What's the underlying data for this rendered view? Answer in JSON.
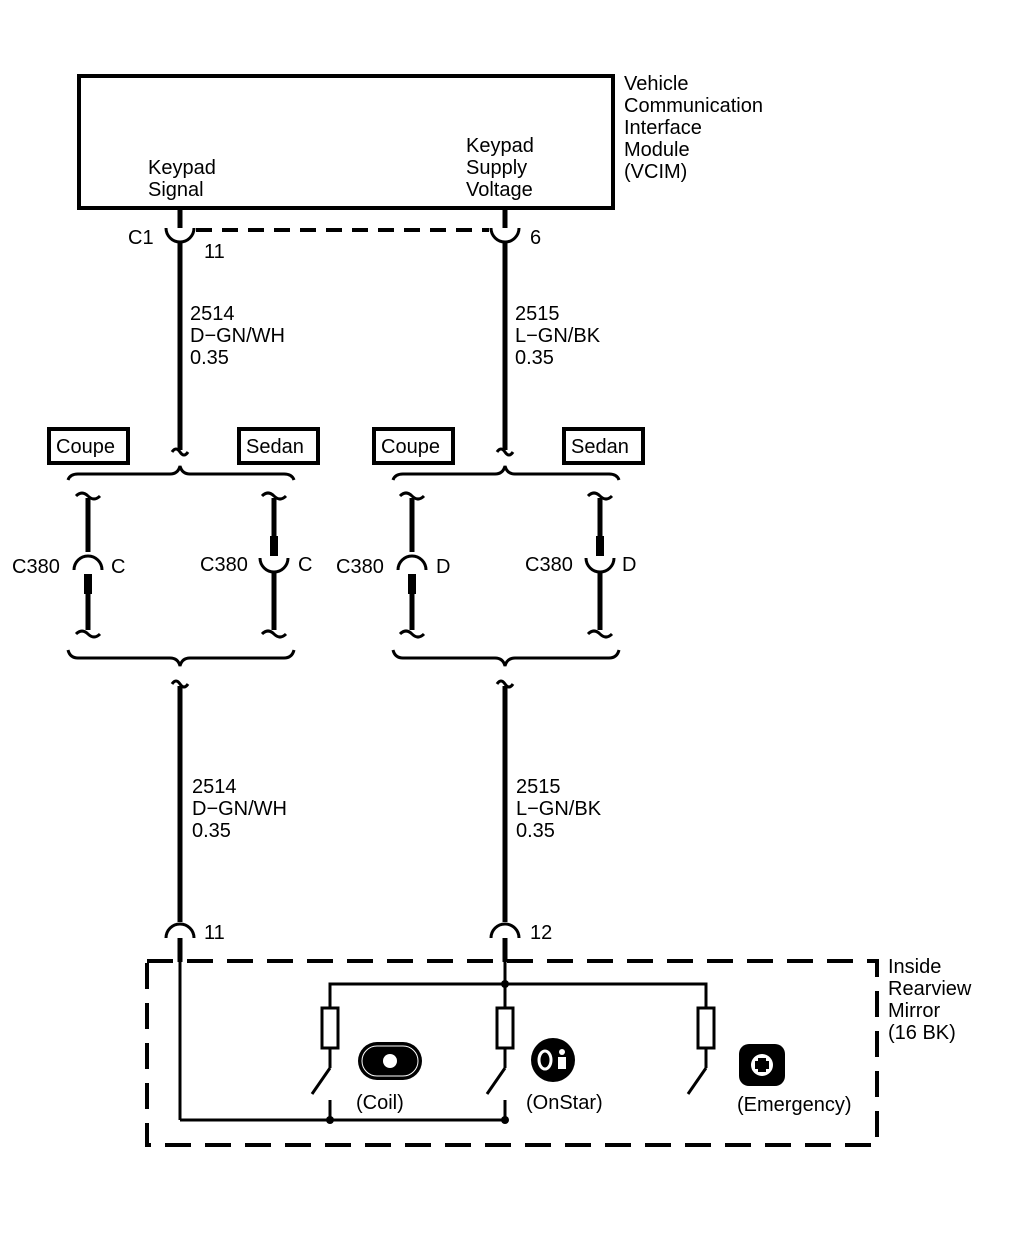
{
  "vcim": {
    "name": [
      "Vehicle",
      "Communication",
      "Interface",
      "Module",
      "(VCIM)"
    ],
    "pin_left_label": [
      "Keypad",
      "Signal"
    ],
    "pin_right_label": [
      "Keypad",
      "Supply",
      "Voltage"
    ],
    "connector": "C1",
    "pin_left": "11",
    "pin_right": "6"
  },
  "wires": {
    "left": {
      "circuit": "2514",
      "color": "D−GN/WH",
      "gauge": "0.35"
    },
    "right": {
      "circuit": "2515",
      "color": "L−GN/BK",
      "gauge": "0.35"
    }
  },
  "options": {
    "coupe": "Coupe",
    "sedan": "Sedan"
  },
  "c380": {
    "name": "C380",
    "left_pin": "C",
    "right_pin": "D"
  },
  "mirror": {
    "name": [
      "Inside",
      "Rearview",
      "Mirror",
      "(16 BK)"
    ],
    "pin_left": "11",
    "pin_right": "12",
    "buttons": [
      "(Coil)",
      "(OnStar)",
      "(Emergency)"
    ]
  }
}
